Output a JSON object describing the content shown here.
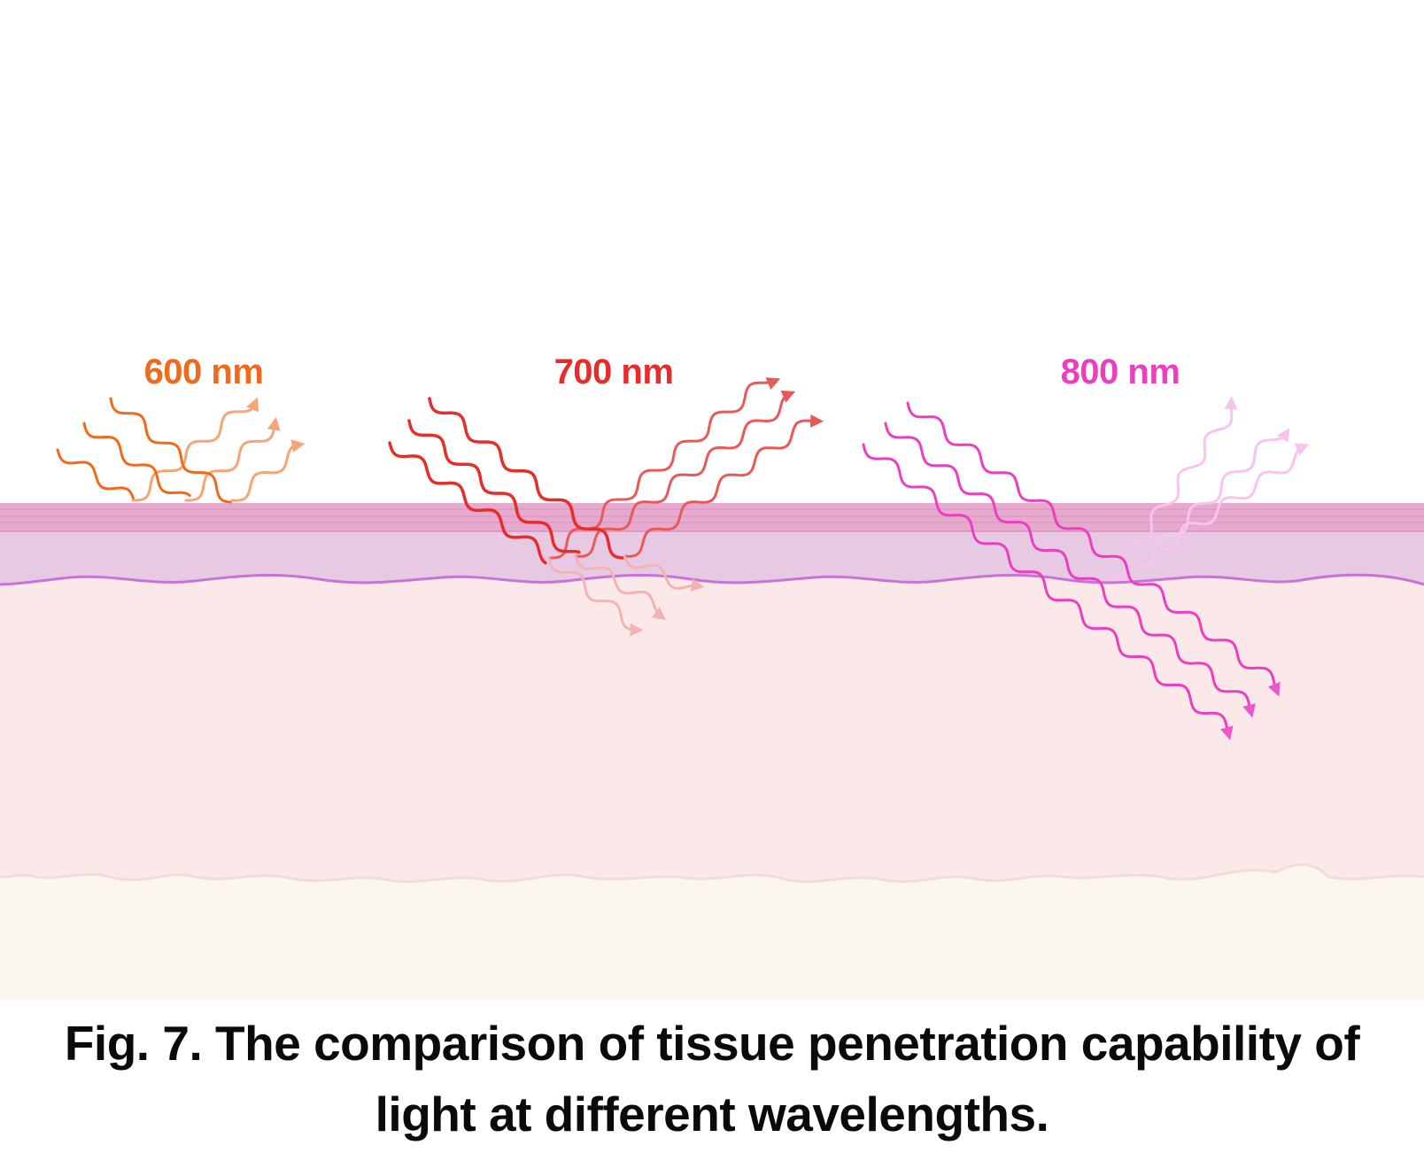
{
  "wavelengths": [
    {
      "label": "600 nm",
      "color": "#ef6a1c"
    },
    {
      "label": "700 nm",
      "color": "#e52e2b"
    },
    {
      "label": "800 nm",
      "color": "#ec3fc0"
    }
  ],
  "caption": {
    "line1": "Fig. 7. The comparison of tissue penetration capability of",
    "line2": "light at different wavelengths."
  },
  "layers": {
    "surface_color": "#e7a9c9",
    "epidermis_color": "#e8c9e4",
    "boundary_color": "#c873d6",
    "dermis_color": "#fbe9ea",
    "hypodermis_color": "#fbf6ee",
    "hypodermis_edge_color": "#f4e0da"
  }
}
